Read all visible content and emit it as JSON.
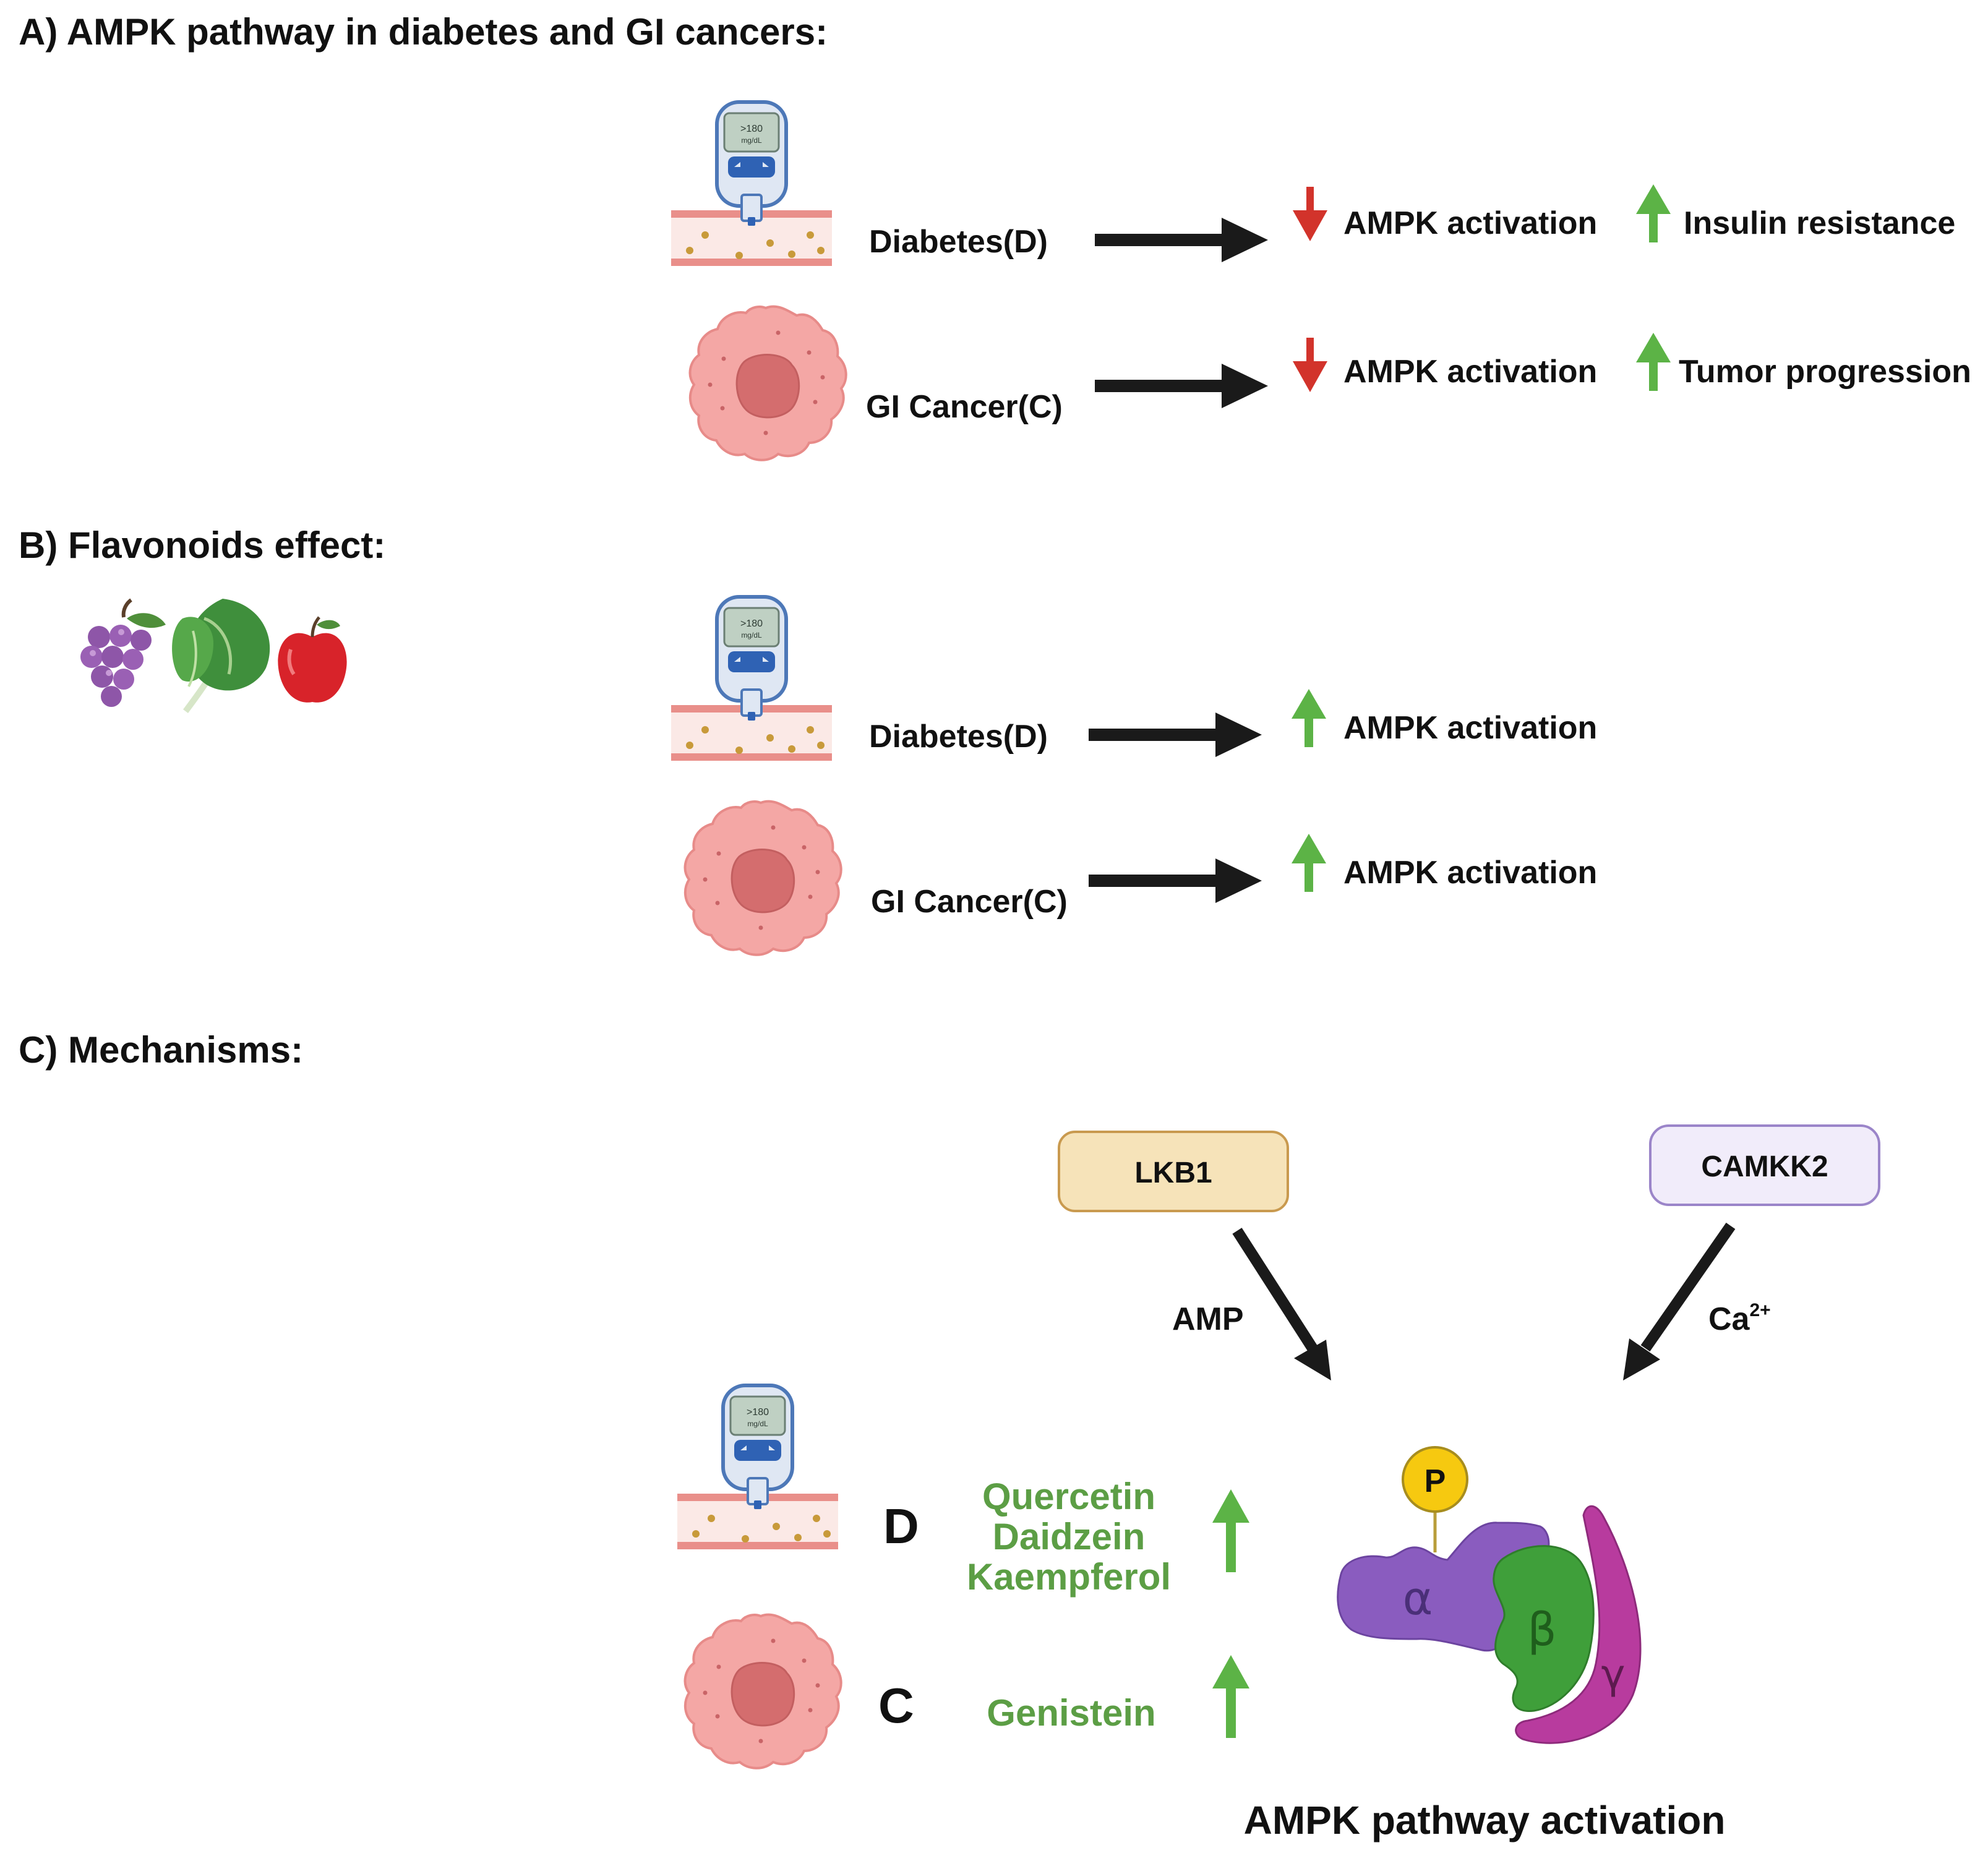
{
  "sections": {
    "a": {
      "title": "A)  AMPK pathway in diabetes and GI cancers:"
    },
    "b": {
      "title": "B) Flavonoids effect:"
    },
    "c": {
      "title": "C) Mechanisms:"
    }
  },
  "glucometer": {
    "line1": ">180",
    "line2": "mg/dL"
  },
  "panel_a": {
    "diabetes_label": "Diabetes(D)",
    "cancer_label": "GI Cancer(C)",
    "diabetes_effect": "AMPK activation",
    "diabetes_outcome": "Insulin resistance",
    "cancer_effect": "AMPK activation",
    "cancer_outcome": "Tumor progression"
  },
  "panel_b": {
    "diabetes_label": "Diabetes(D)",
    "cancer_label": "GI Cancer(C)",
    "diabetes_effect": "AMPK activation",
    "cancer_effect": "AMPK activation"
  },
  "panel_c": {
    "lkb1": "LKB1",
    "camkk2": "CAMKK2",
    "amp": "AMP",
    "ca_base": "Ca",
    "ca_sup": "2+",
    "d_letter": "D",
    "c_letter": "C",
    "d_flavonoids": [
      "Quercetin",
      "Daidzein",
      "Kaempferol"
    ],
    "c_flavonoids": [
      "Genistein"
    ],
    "phospho": "P",
    "alpha": "α",
    "beta": "β",
    "gamma": "γ",
    "caption": "AMPK pathway activation"
  },
  "colors": {
    "down_arrow": "#d2332b",
    "up_arrow": "#5cb346",
    "flavonoid_text": "#5c9e45",
    "alpha_subunit": "#8a5cbf",
    "beta_subunit": "#3f9f3a",
    "gamma_subunit": "#b83b9e",
    "lkb1_fill": "#f6e3b9",
    "camkk2_fill": "#f1ecfa",
    "phospho_fill": "#f6c910"
  }
}
